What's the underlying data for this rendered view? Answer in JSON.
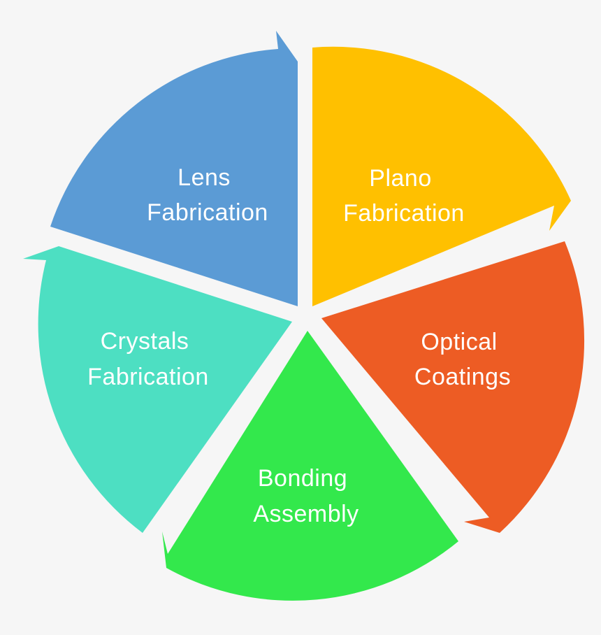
{
  "diagram": {
    "type": "cycle",
    "background": "#f6f6f6",
    "segments": [
      {
        "id": "plano",
        "line1": "Plano",
        "line2": "Fabrication",
        "color": "#ffc000"
      },
      {
        "id": "optical",
        "line1": "Optical",
        "line2": "Coatings",
        "color": "#ed5c24"
      },
      {
        "id": "bonding",
        "line1": "Bonding",
        "line2": "Assembly",
        "color": "#33e84c"
      },
      {
        "id": "crystals",
        "line1": "Crystals",
        "line2": "Fabrication",
        "color": "#4ddfc2"
      },
      {
        "id": "lens",
        "line1": "Lens",
        "line2": "Fabrication",
        "color": "#5b9bd5"
      }
    ]
  }
}
